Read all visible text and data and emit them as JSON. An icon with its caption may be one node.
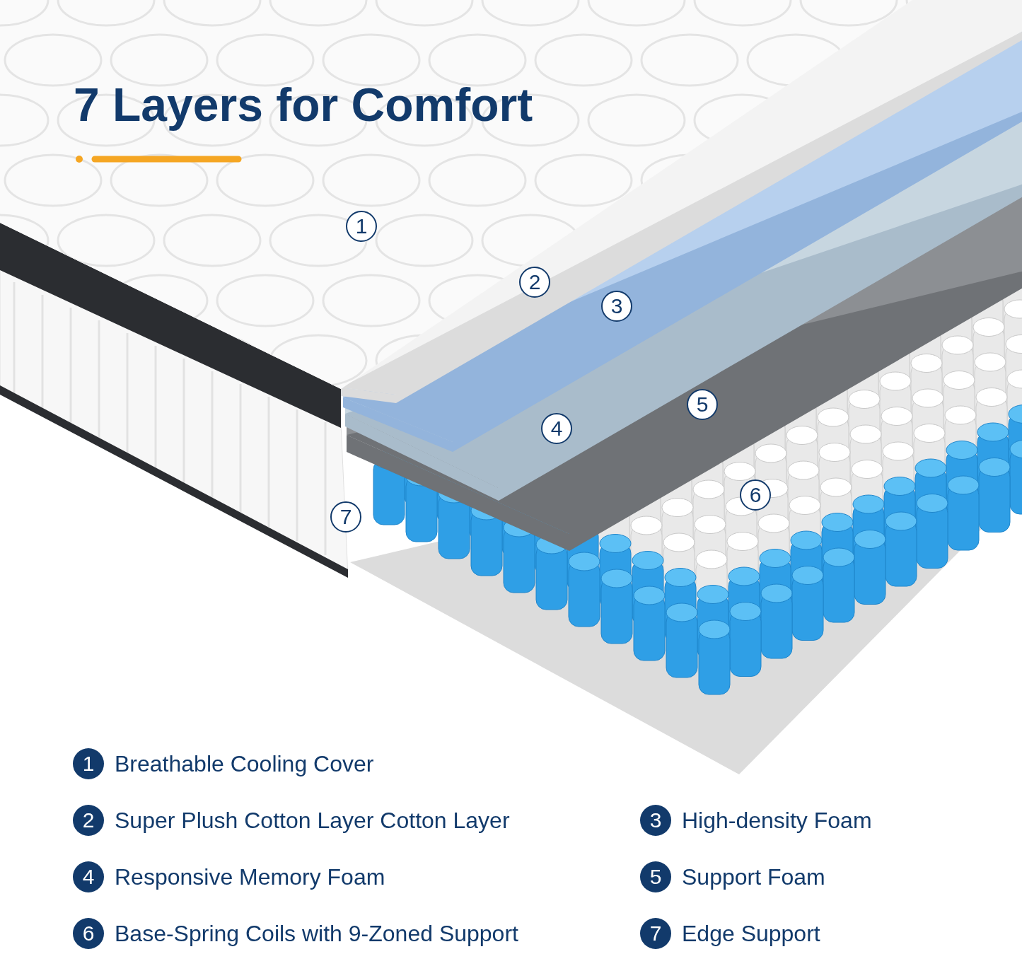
{
  "diagram": {
    "title": "7 Layers for Comfort",
    "labels": [
      "1",
      "2",
      "3",
      "4",
      "5",
      "6",
      "7",
      "1",
      "Breathable Cooling Cover",
      "2",
      "Super Plush Cotton Layer Cotton Layer",
      "3",
      "High-density Foam",
      "4",
      "Responsive Memory Foam",
      "5",
      "Support Foam",
      "6",
      "Base-Spring Coils with 9-Zoned Support",
      "7",
      "Edge Support"
    ]
  }
}
